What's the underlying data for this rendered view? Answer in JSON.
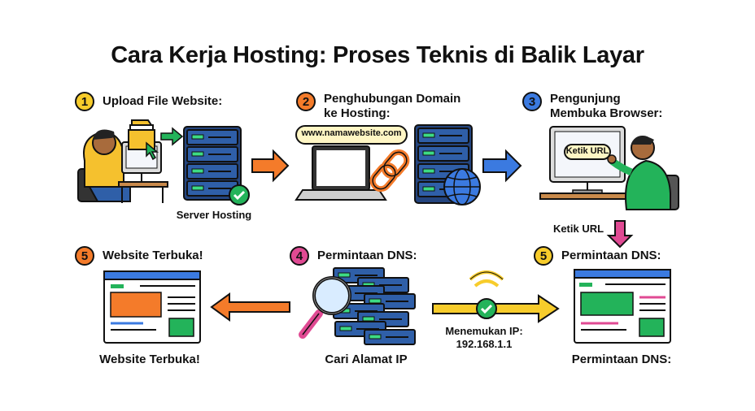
{
  "title": "Cara Kerja Hosting: Proses Teknis di Balik Layar",
  "colors": {
    "yellow": "#f7cc2b",
    "orange": "#f47b2a",
    "blue": "#3b7ae0",
    "pink": "#e04a93",
    "green": "#23b35a",
    "server": "#2f5fa8"
  },
  "steps": [
    {
      "number": "1",
      "label": "Upload File Website:",
      "color": "#f7cc2b"
    },
    {
      "number": "2",
      "label": "Penghubungan Domain ke Hosting:",
      "color": "#f47b2a"
    },
    {
      "number": "3",
      "label": "Pengunjung Membuka Browser:",
      "color": "#3b7ae0"
    },
    {
      "number": "4",
      "label": "Permintaan DNS:",
      "color": "#e04a93"
    },
    {
      "number": "5",
      "label": "Permintaan DNS:",
      "color": "#f7cc2b"
    },
    {
      "number": "5",
      "label": "Website Terbuka!",
      "color": "#f47b2a"
    }
  ],
  "labels": {
    "server_hosting": "Server Hosting",
    "domain_url": "www.namawebsite.com",
    "browser_input": "Ketik URL",
    "type_url": "Ketik URL",
    "found_ip": "Menemukan IP:",
    "ip_address": "192.168.1.1",
    "find_ip": "Cari Alamat IP",
    "dns_request": "Permintaan DNS:",
    "website_open": "Website Terbuka!"
  },
  "icons": [
    "user-at-computer-icon",
    "folder-icon",
    "server-rack-icon",
    "check-icon",
    "laptop-icon",
    "chain-link-icon",
    "globe-icon",
    "monitor-icon",
    "magnifier-icon",
    "wifi-signal-icon",
    "browser-window-icon"
  ]
}
